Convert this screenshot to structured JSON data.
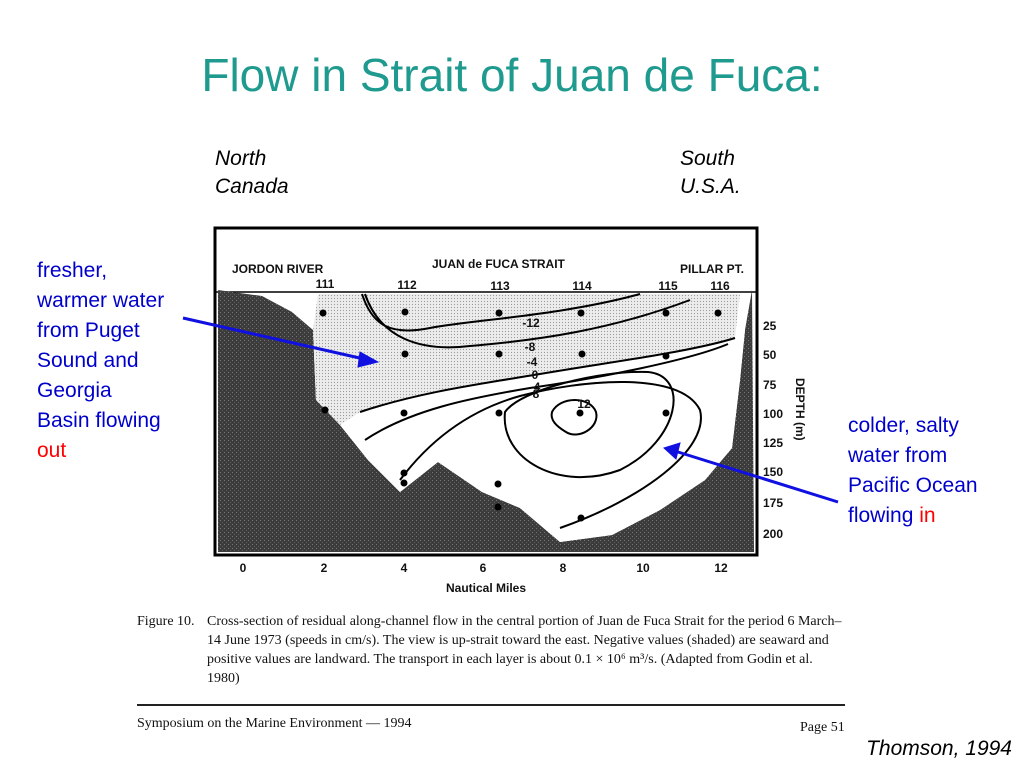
{
  "title": "Flow in Strait of Juan de Fuca:",
  "orientation": {
    "north": [
      "North",
      "Canada"
    ],
    "south": [
      "South",
      "U.S.A."
    ]
  },
  "notes": {
    "left": {
      "lines": [
        "fresher,",
        "warmer water",
        "from Puget",
        "Sound and",
        "Georgia",
        "Basin flowing"
      ],
      "highlight": "out"
    },
    "right": {
      "lines": [
        "colder, salty",
        "water from",
        "Pacific Ocean"
      ],
      "last_prefix": "flowing ",
      "highlight": "in"
    }
  },
  "figure": {
    "place_labels": {
      "left": "JORDON RIVER",
      "center": "JUAN de FUCA STRAIT",
      "right": "PILLAR PT."
    },
    "stations": [
      "111",
      "112",
      "113",
      "114",
      "115",
      "116"
    ],
    "depth_ticks": [
      "25",
      "50",
      "75",
      "100",
      "125",
      "150",
      "175",
      "200"
    ],
    "depth_axis_label": "DEPTH (m)",
    "distance_ticks": [
      "0",
      "2",
      "4",
      "6",
      "8",
      "10",
      "12"
    ],
    "distance_axis_label": "Nautical Miles",
    "contour_labels": [
      "-12",
      "-8",
      "-4",
      "0",
      "4",
      "8",
      "12"
    ],
    "caption_label": "Figure 10.",
    "caption_text": "Cross-section of residual along-channel flow in the central portion of Juan de Fuca Strait for the period 6 March–14 June 1973 (speeds in cm/s). The view is up-strait toward the east. Negative values (shaded) are seaward and positive values are landward. The transport in each layer is about 0.1 × 10⁶ m³/s. (Adapted from Godin et al. 1980)",
    "footer_left": "Symposium on the Marine Environment — 1994",
    "footer_right": "Page 51"
  },
  "credit": "Thomson, 1994",
  "colors": {
    "title": "#1f9a8e",
    "note": "#0000cc",
    "highlight": "#ff0000",
    "arrow": "#1010e0"
  }
}
